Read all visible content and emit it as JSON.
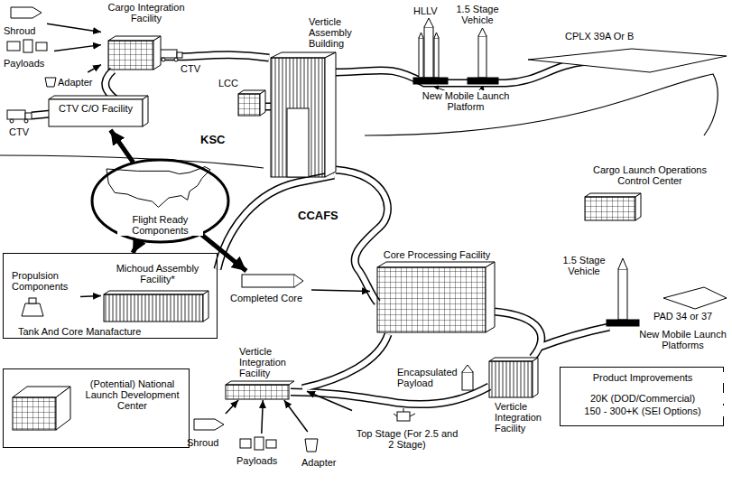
{
  "diagram": {
    "nodes": [
      {
        "text": [
          "Shroud"
        ]
      },
      {
        "text": [
          "Payloads"
        ]
      },
      {
        "text": [
          "Adapter"
        ]
      },
      {
        "text": [
          "Cargo Integration Facility"
        ]
      },
      {
        "text": [
          "LCC"
        ]
      },
      {
        "text": [
          "Verticle Assembly Building"
        ]
      },
      {
        "text": [
          "CTV C/O Facility"
        ]
      },
      {
        "text": [
          "Flight Ready Components"
        ]
      },
      {
        "text": [
          "Cargo Launch Operations Control Center"
        ]
      },
      {
        "text": [
          "Core Processing Facility"
        ]
      },
      {
        "text": [
          "Completed Core"
        ]
      },
      {
        "text": [
          "Tank And Core Manafacture"
        ]
      },
      {
        "text": [
          "Propulsion Components"
        ],
        "in": 11
      },
      {
        "text": [
          "Michoud Assembly Facility*"
        ],
        "in": 11
      },
      {
        "text": [
          "Verticle Integration Facility"
        ]
      },
      {
        "text": [
          "Shroud"
        ]
      },
      {
        "text": [
          "Payloads"
        ]
      },
      {
        "text": [
          "Adapter"
        ]
      },
      {
        "text": [
          "Top Stage (For 2.5 and 2 Stage)"
        ]
      },
      {
        "text": [
          "Verticle Integration Facility"
        ]
      },
      {
        "text": [
          "(Potential) National Launch Development Center"
        ]
      },
      {
        "text": [
          "Product Improvements",
          "20K (DOD/Commercial)",
          "150 - 300+K (SEI Options)"
        ]
      }
    ],
    "edges": [
      {
        "from": 0,
        "to": 3,
        "arrow": "to"
      },
      {
        "from": 1,
        "to": 3,
        "arrow": "to"
      },
      {
        "from": 2,
        "to": 3,
        "arrow": "to"
      },
      {
        "from": 7,
        "to": 6,
        "arrow": "to"
      },
      {
        "from": 7,
        "to": 10,
        "arrow": "to"
      },
      {
        "from": 7,
        "to": 11,
        "arrow": "to"
      },
      {
        "from": 10,
        "to": 9,
        "arrow": "to"
      },
      {
        "from": 12,
        "to": 13,
        "arrow": "to"
      },
      {
        "from": 15,
        "to": 14,
        "arrow": "to"
      },
      {
        "from": 16,
        "to": 14,
        "arrow": "to"
      },
      {
        "from": 17,
        "to": 14,
        "arrow": "to"
      },
      {
        "from": 18,
        "to": 14,
        "arrow": "to"
      }
    ],
    "labels": [
      "HLLV",
      "1.5 Stage Vehicle",
      "CPLX 39A Or B",
      "New Mobile Launch Platform",
      "CTV",
      "CTV",
      "KSC",
      "CCAFS",
      "1.5 Stage Vehicle",
      "PAD 34 or 37",
      "New Mobile Launch Platforms",
      "Encapsulated Payload"
    ]
  }
}
